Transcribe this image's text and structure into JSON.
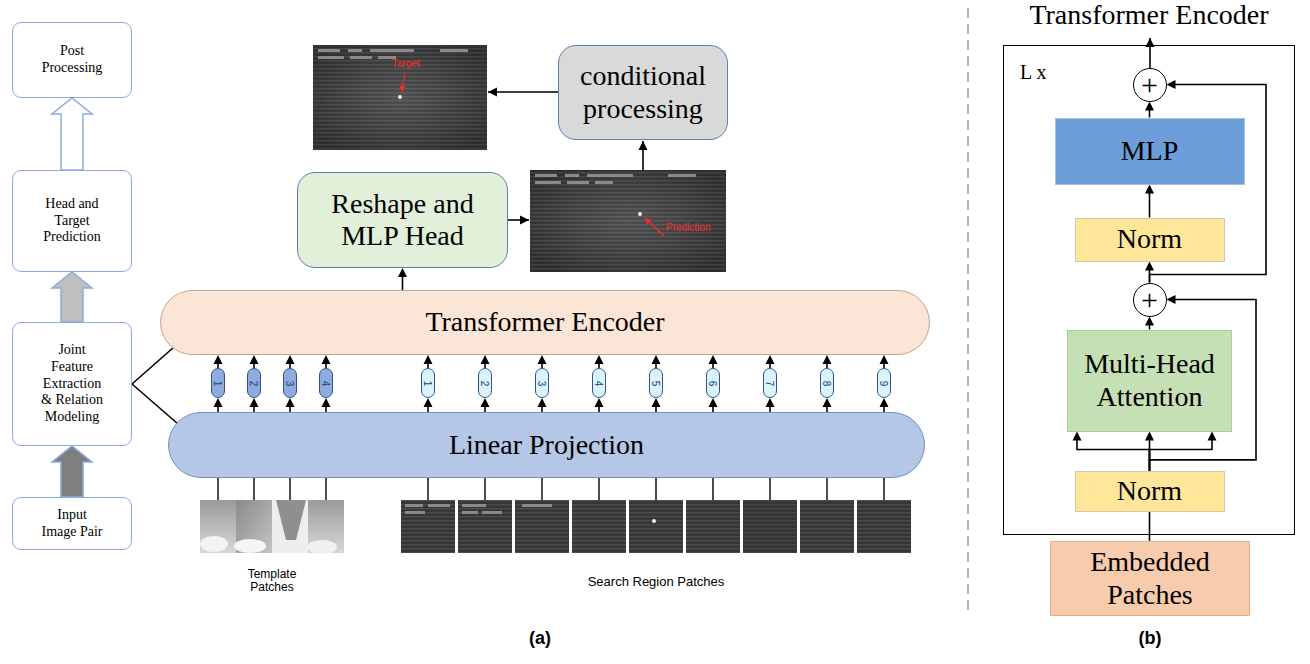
{
  "diagram": {
    "nodes": [
      {
        "text": [
          "Post Processing"
        ]
      },
      {
        "text": [
          "Head and Target Prediction"
        ]
      },
      {
        "text": [
          "Joint Feature Extraction & Relation Modeling"
        ]
      },
      {
        "text": [
          "Input Image Pair"
        ]
      },
      {
        "text": [
          "conditional processing"
        ]
      },
      {
        "text": [
          "Reshape and MLP Head"
        ]
      },
      {
        "text": [
          "Transformer Encoder"
        ]
      },
      {
        "text": [
          "1"
        ]
      },
      {
        "text": [
          "2"
        ]
      },
      {
        "text": [
          "3"
        ]
      },
      {
        "text": [
          "4"
        ]
      },
      {
        "text": [
          "1"
        ]
      },
      {
        "text": [
          "2"
        ]
      },
      {
        "text": [
          "3"
        ]
      },
      {
        "text": [
          "4"
        ]
      },
      {
        "text": [
          "5"
        ]
      },
      {
        "text": [
          "6"
        ]
      },
      {
        "text": [
          "7"
        ]
      },
      {
        "text": [
          "8"
        ]
      },
      {
        "text": [
          "9"
        ]
      },
      {
        "text": [
          "Linear Projection"
        ]
      },
      {
        "text": [
          "Transformer Encoder",
          "L x"
        ]
      },
      {
        "text": [
          "+"
        ],
        "in": 21
      },
      {
        "text": [
          "MLP"
        ],
        "in": 21
      },
      {
        "text": [
          "Norm"
        ],
        "in": 21
      },
      {
        "text": [
          "+"
        ],
        "in": 21
      },
      {
        "text": [
          "Multi-Head Attention"
        ],
        "in": 21
      },
      {
        "text": [
          "Norm"
        ],
        "in": 21
      },
      {
        "text": [
          "Embedded Patches"
        ]
      }
    ],
    "edges": [
      {
        "from": 3,
        "to": 2,
        "arrow": "to"
      },
      {
        "from": 2,
        "to": 1,
        "arrow": "to"
      },
      {
        "from": 1,
        "to": 0,
        "arrow": "to"
      },
      {
        "from": 2,
        "to": 6,
        "arrow": "none"
      },
      {
        "from": 2,
        "to": 20,
        "arrow": "none"
      },
      {
        "from": 20,
        "to": 7,
        "arrow": "to"
      },
      {
        "from": 20,
        "to": 8,
        "arrow": "to"
      },
      {
        "from": 20,
        "to": 9,
        "arrow": "to"
      },
      {
        "from": 20,
        "to": 10,
        "arrow": "to"
      },
      {
        "from": 20,
        "to": 11,
        "arrow": "to"
      },
      {
        "from": 20,
        "to": 12,
        "arrow": "to"
      },
      {
        "from": 20,
        "to": 13,
        "arrow": "to"
      },
      {
        "from": 20,
        "to": 14,
        "arrow": "to"
      },
      {
        "from": 20,
        "to": 15,
        "arrow": "to"
      },
      {
        "from": 20,
        "to": 16,
        "arrow": "to"
      },
      {
        "from": 20,
        "to": 17,
        "arrow": "to"
      },
      {
        "from": 20,
        "to": 18,
        "arrow": "to"
      },
      {
        "from": 20,
        "to": 19,
        "arrow": "to"
      },
      {
        "from": 7,
        "to": 6,
        "arrow": "to"
      },
      {
        "from": 8,
        "to": 6,
        "arrow": "to"
      },
      {
        "from": 9,
        "to": 6,
        "arrow": "to"
      },
      {
        "from": 10,
        "to": 6,
        "arrow": "to"
      },
      {
        "from": 11,
        "to": 6,
        "arrow": "to"
      },
      {
        "from": 12,
        "to": 6,
        "arrow": "to"
      },
      {
        "from": 13,
        "to": 6,
        "arrow": "to"
      },
      {
        "from": 14,
        "to": 6,
        "arrow": "to"
      },
      {
        "from": 15,
        "to": 6,
        "arrow": "to"
      },
      {
        "from": 16,
        "to": 6,
        "arrow": "to"
      },
      {
        "from": 17,
        "to": 6,
        "arrow": "to"
      },
      {
        "from": 18,
        "to": 6,
        "arrow": "to"
      },
      {
        "from": 19,
        "to": 6,
        "arrow": "to"
      },
      {
        "from": 6,
        "to": 5,
        "arrow": "to"
      },
      {
        "from": 28,
        "to": 27,
        "arrow": "none"
      },
      {
        "from": 27,
        "to": 26,
        "arrow": "to"
      },
      {
        "from": 26,
        "to": 25,
        "arrow": "to"
      },
      {
        "from": 27,
        "to": 25,
        "arrow": "to"
      },
      {
        "from": 25,
        "to": 24,
        "arrow": "to"
      },
      {
        "from": 24,
        "to": 23,
        "arrow": "to"
      },
      {
        "from": 23,
        "to": 22,
        "arrow": "to"
      },
      {
        "from": 25,
        "to": 22,
        "arrow": "to"
      }
    ],
    "labels": [
      "Target",
      "Prediction",
      "Template Patches",
      "Search Region Patches",
      "(a)",
      "(b)"
    ]
  }
}
